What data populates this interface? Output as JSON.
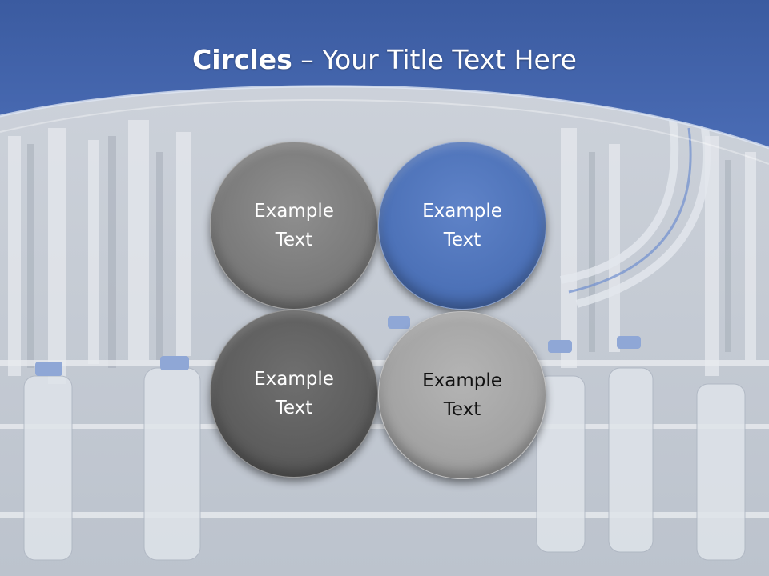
{
  "title": {
    "bold": "Circles",
    "rest": " – Your Title Text Here"
  },
  "circles": [
    {
      "line1": "Example",
      "line2": "Text"
    },
    {
      "line1": "Example",
      "line2": "Text"
    },
    {
      "line1": "Example",
      "line2": "Text"
    },
    {
      "line1": "Example",
      "line2": "Text"
    }
  ],
  "colors": {
    "header_blue": "#3f62a8",
    "circle_gray": "#7a7a7a",
    "circle_blue": "#4d72b8",
    "circle_dark_gray": "#5d5d5d",
    "circle_light_gray": "#a3a3a3"
  }
}
